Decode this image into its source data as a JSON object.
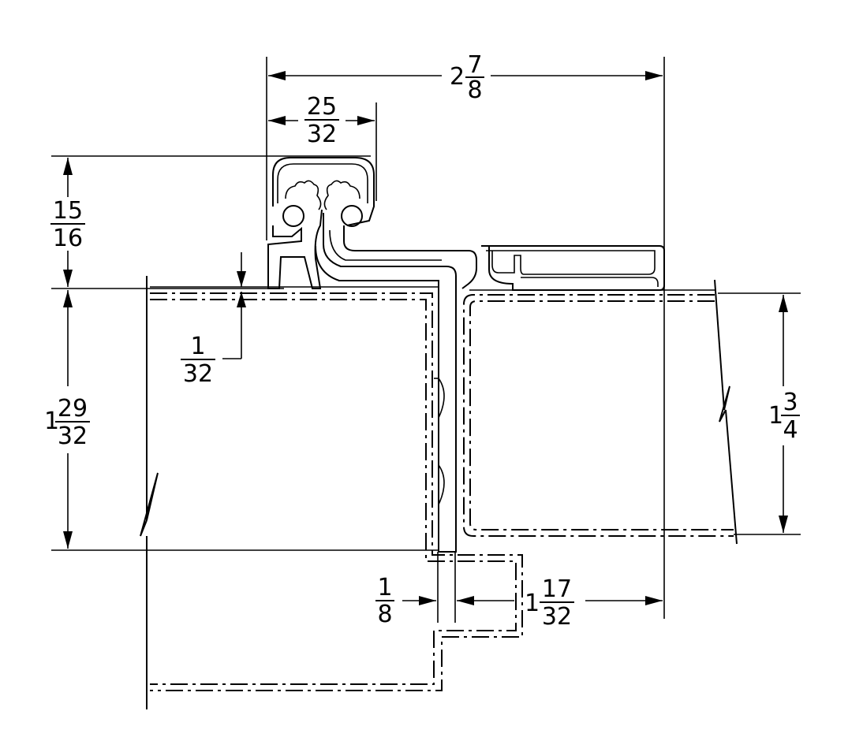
{
  "drawing": {
    "dimensions": {
      "overall_width": {
        "whole": "2",
        "num": "7",
        "den": "8"
      },
      "hinge_width": {
        "whole": "",
        "num": "25",
        "den": "32"
      },
      "hinge_height": {
        "whole": "",
        "num": "15",
        "den": "16"
      },
      "clearance": {
        "whole": "",
        "num": "1",
        "den": "32"
      },
      "frame_depth": {
        "whole": "1",
        "num": "29",
        "den": "32"
      },
      "door_thickness": {
        "whole": "1",
        "num": "3",
        "den": "4"
      },
      "gap": {
        "whole": "",
        "num": "1",
        "den": "8"
      },
      "leaf_width": {
        "whole": "1",
        "num": "17",
        "den": "32"
      }
    }
  }
}
